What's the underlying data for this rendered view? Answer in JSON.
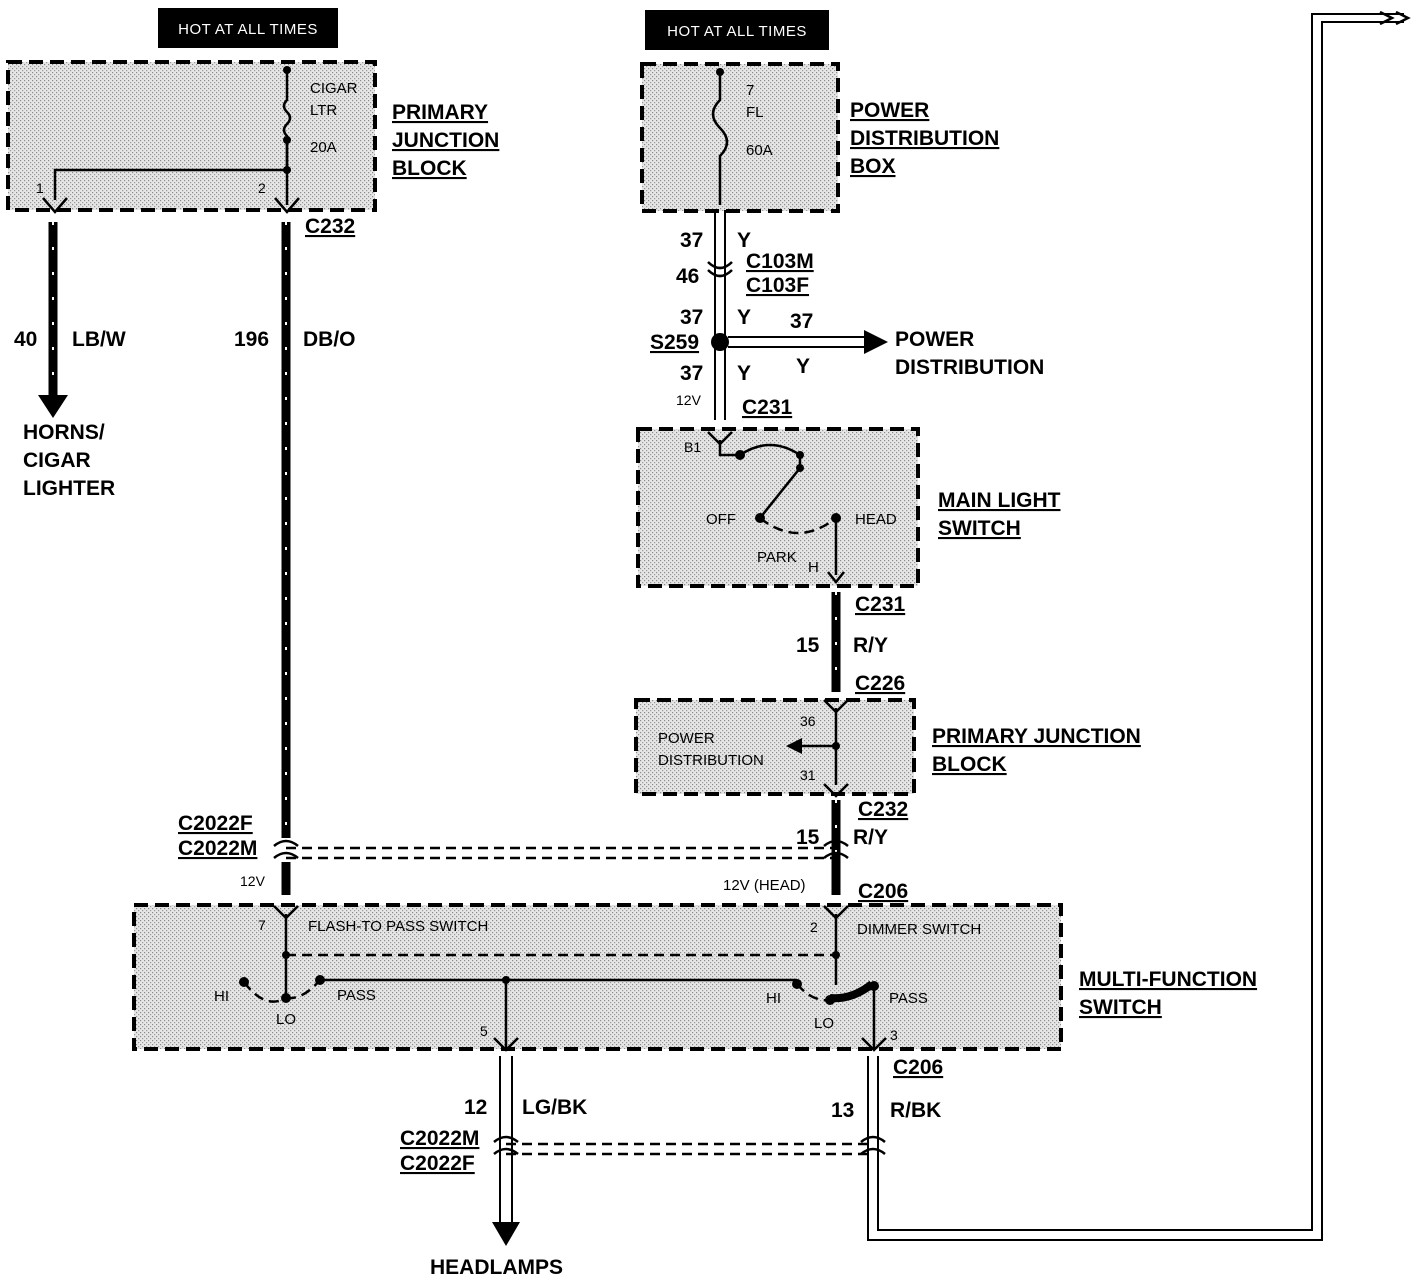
{
  "tags": {
    "left": "HOT AT ALL TIMES",
    "right": "HOT AT ALL TIMES"
  },
  "primary_junction_block_top": {
    "label": [
      "PRIMARY",
      "JUNCTION",
      "BLOCK"
    ],
    "fuse": [
      "CIGAR",
      "LTR",
      "20A"
    ],
    "pins": [
      "1",
      "2"
    ],
    "connector": "C232"
  },
  "power_distribution_box": {
    "label": [
      "POWER",
      "DISTRIBUTION",
      "BOX"
    ],
    "fuse": [
      "7",
      "FL",
      "60A"
    ]
  },
  "wires": {
    "w40": {
      "circuit": "40",
      "color": "LB/W"
    },
    "w196": {
      "circuit": "196",
      "color": "DB/O"
    },
    "w37a": {
      "circuit": "37",
      "color": "Y"
    },
    "w37b": {
      "circuit": "37",
      "color": "Y"
    },
    "w37c": {
      "circuit": "37",
      "color": "Y"
    },
    "w37pd": {
      "circuit": "37",
      "color": "Y"
    },
    "w15a": {
      "circuit": "15",
      "color": "R/Y"
    },
    "w15b": {
      "circuit": "15",
      "color": "R/Y"
    },
    "w12": {
      "circuit": "12",
      "color": "LG/BK"
    },
    "w13": {
      "circuit": "13",
      "color": "R/BK"
    }
  },
  "connectors": {
    "c103m": "C103M",
    "c103f": "C103F",
    "c103_pin": "46",
    "s259": "S259",
    "c231_top": "C231",
    "c231_bottom": "C231",
    "c226": "C226",
    "c232_mid": "C232",
    "c2022f_top": "C2022F",
    "c2022m_top": "C2022M",
    "c206_top": "C206",
    "c206_bottom": "C206",
    "c2022m_bot": "C2022M",
    "c2022f_bot": "C2022F"
  },
  "voltages": {
    "v12_pd": "12V",
    "v12_left": "12V",
    "v12_head": "12V (HEAD)"
  },
  "destinations": {
    "horns": [
      "HORNS/",
      "CIGAR",
      "LIGHTER"
    ],
    "power_distribution": [
      "POWER",
      "DISTRIBUTION"
    ],
    "headlamps": "HEADLAMPS"
  },
  "main_light_switch": {
    "label": [
      "MAIN LIGHT",
      "SWITCH"
    ],
    "pin_b1": "B1",
    "off": "OFF",
    "park": "PARK",
    "head": "HEAD",
    "pin_h": "H"
  },
  "primary_junction_block_mid": {
    "label": [
      "PRIMARY JUNCTION",
      "BLOCK"
    ],
    "inner": [
      "POWER",
      "DISTRIBUTION"
    ],
    "pin_top": "36",
    "pin_bottom": "31"
  },
  "multi_function_switch": {
    "label": [
      "MULTI-FUNCTION",
      "SWITCH"
    ],
    "flash_to_pass": "FLASH-TO PASS SWITCH",
    "dimmer": "DIMMER SWITCH",
    "pin7": "7",
    "pin2": "2",
    "pin5": "5",
    "pin3": "3",
    "left_hi": "HI",
    "left_lo": "LO",
    "left_pass": "PASS",
    "right_hi": "HI",
    "right_lo": "LO",
    "right_pass": "PASS"
  }
}
